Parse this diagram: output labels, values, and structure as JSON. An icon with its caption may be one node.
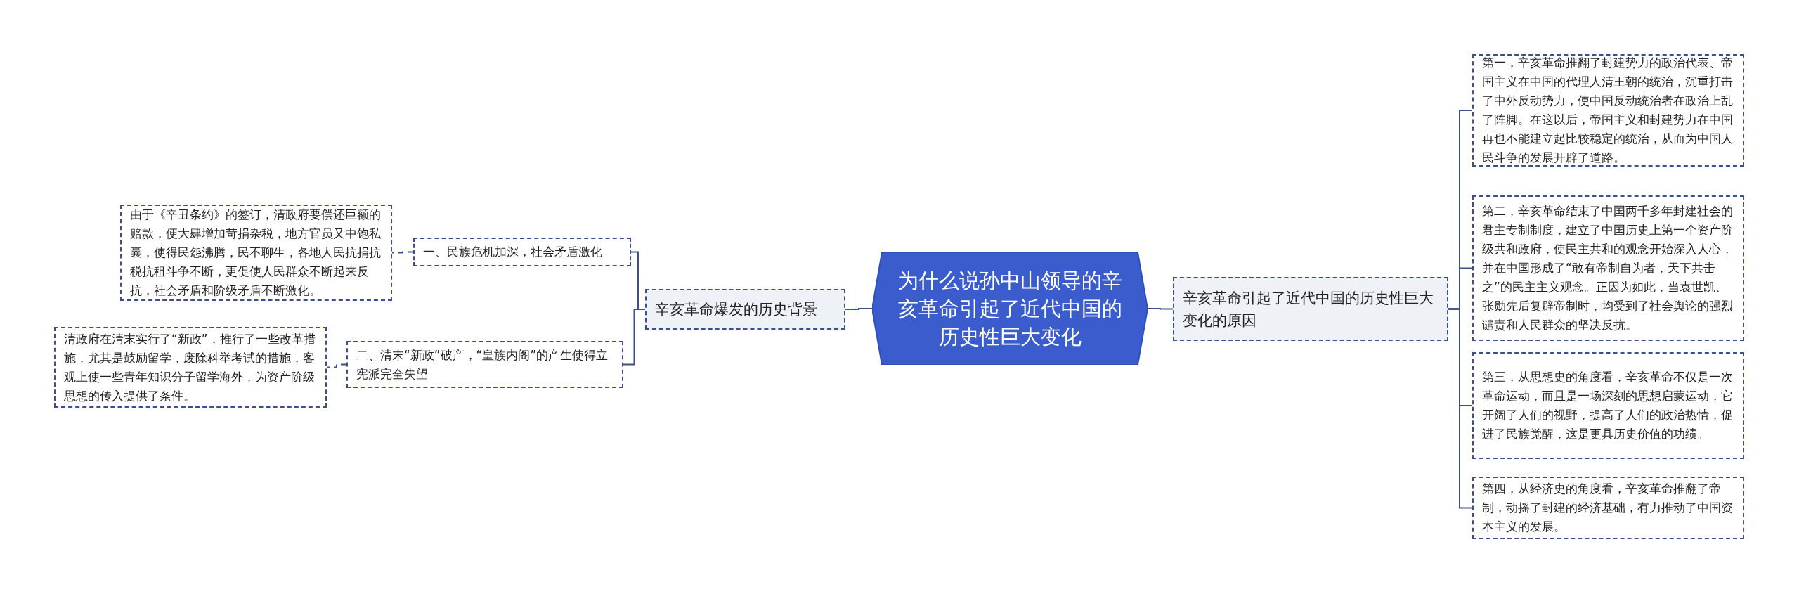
{
  "diagram": {
    "nodes": [
      {
        "text": [
          "为什么说孙中山领导的辛亥革命引起了近代中国的历史性巨大变化"
        ]
      },
      {
        "text": [
          "辛亥革命爆发的历史背景"
        ]
      },
      {
        "text": [
          "一、民族危机加深，社会矛盾激化"
        ]
      },
      {
        "text": [
          "由于《辛丑条约》的签订，清政府要偿还巨额的赔款，便大肆增加苛捐杂税，地方官员又中饱私囊，使得民怨沸腾，民不聊生，各地人民抗捐抗税抗租斗争不断，更促使人民群众不断起来反抗，社会矛盾和阶级矛盾不断激化。"
        ]
      },
      {
        "text": [
          "二、清末“新政”破产，“皇族内阁”的产生使得立宪派完全失望"
        ]
      },
      {
        "text": [
          "清政府在清末实行了“新政”，推行了一些改革措施，尤其是鼓励留学，废除科举考试的措施，客观上使一些青年知识分子留学海外，为资产阶级思想的传入提供了条件。"
        ]
      },
      {
        "text": [
          "辛亥革命引起了近代中国的历史性巨大变化的原因"
        ]
      },
      {
        "text": [
          "第一，辛亥革命推翻了封建势力的政治代表、帝国主义在中国的代理人清王朝的统治，沉重打击了中外反动势力，使中国反动统治者在政治上乱了阵脚。在这以后，帝国主义和封建势力在中国再也不能建立起比较稳定的统治，从而为中国人民斗争的发展开辟了道路。"
        ]
      },
      {
        "text": [
          "第二，辛亥革命结束了中国两千多年封建社会的君主专制制度，建立了中国历史上第一个资产阶级共和政府，使民主共和的观念开始深入人心，并在中国形成了“敢有帝制自为者，天下共击之”的民主主义观念。正因为如此，当袁世凯、张勋先后复辟帝制时，均受到了社会舆论的强烈谴责和人民群众的坚决反抗。"
        ]
      },
      {
        "text": [
          "第三，从思想史的角度看，辛亥革命不仅是一次革命运动，而且是一场深刻的思想启蒙运动，它开阔了人们的视野，提高了人们的政治热情，促进了民族觉醒，这是更具历史价值的功绩。"
        ]
      },
      {
        "text": [
          "第四，从经济史的角度看，辛亥革命推翻了帝制，动摇了封建的经济基础，有力推动了中国资本主义的发展。"
        ]
      }
    ],
    "edges": [
      {
        "from": 0,
        "to": 1,
        "arrow": "none"
      },
      {
        "from": 1,
        "to": 2,
        "arrow": "none"
      },
      {
        "from": 2,
        "to": 3,
        "arrow": "none",
        "style": "dashed"
      },
      {
        "from": 1,
        "to": 4,
        "arrow": "none"
      },
      {
        "from": 4,
        "to": 5,
        "arrow": "none",
        "style": "dashed"
      },
      {
        "from": 0,
        "to": 6,
        "arrow": "none"
      },
      {
        "from": 6,
        "to": 7,
        "arrow": "none"
      },
      {
        "from": 6,
        "to": 8,
        "arrow": "none"
      },
      {
        "from": 6,
        "to": 9,
        "arrow": "none"
      },
      {
        "from": 6,
        "to": 10,
        "arrow": "none"
      }
    ]
  }
}
